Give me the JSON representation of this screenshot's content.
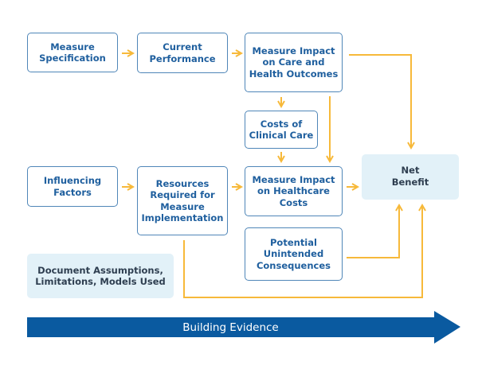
{
  "nodes": {
    "measure_specification": "Measure\nSpecification",
    "current_performance": "Current\nPerformance",
    "impact_care_outcomes": "Measure Impact\non Care and\nHealth Outcomes",
    "costs_clinical_care": "Costs of\nClinical Care",
    "influencing_factors": "Influencing\nFactors",
    "resources_required": "Resources\nRequired for\nMeasure\nImplementation",
    "impact_healthcare_costs": "Measure Impact\non Healthcare\nCosts",
    "net_benefit": "Net\nBenefit",
    "unintended_consequences": "Potential\nUnintended\nConsequences",
    "document_assumptions": "Document Assumptions,\nLimitations, Models Used"
  },
  "evidence_arrow": {
    "label": "Building Evidence"
  },
  "colors": {
    "box_border": "#4f86b8",
    "box_text": "#1f5f9e",
    "connector": "#f7b93a",
    "light_fill": "#e2f1f8",
    "evidence": "#0a5aa0"
  }
}
